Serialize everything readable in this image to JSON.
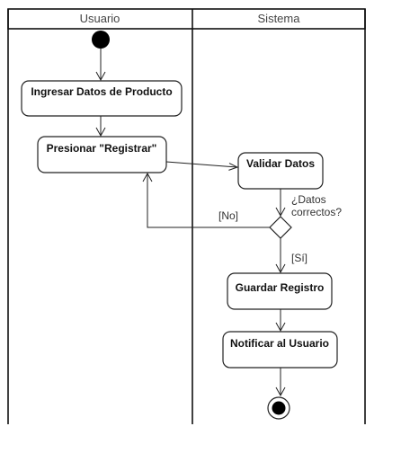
{
  "lanes": {
    "left": "Usuario",
    "right": "Sistema"
  },
  "nodes": {
    "ingresar": "Ingresar Datos de Producto",
    "presionar": "Presionar \"Registrar\"",
    "validar": "Validar Datos",
    "guardar": "Guardar Registro",
    "notificar": "Notificar al Usuario"
  },
  "decision": {
    "question_line1": "¿Datos",
    "question_line2": "correctos?",
    "guard_no": "[No]",
    "guard_yes": "[Sí]"
  },
  "colors": {
    "stroke": "#222222",
    "background": "#ffffff"
  }
}
